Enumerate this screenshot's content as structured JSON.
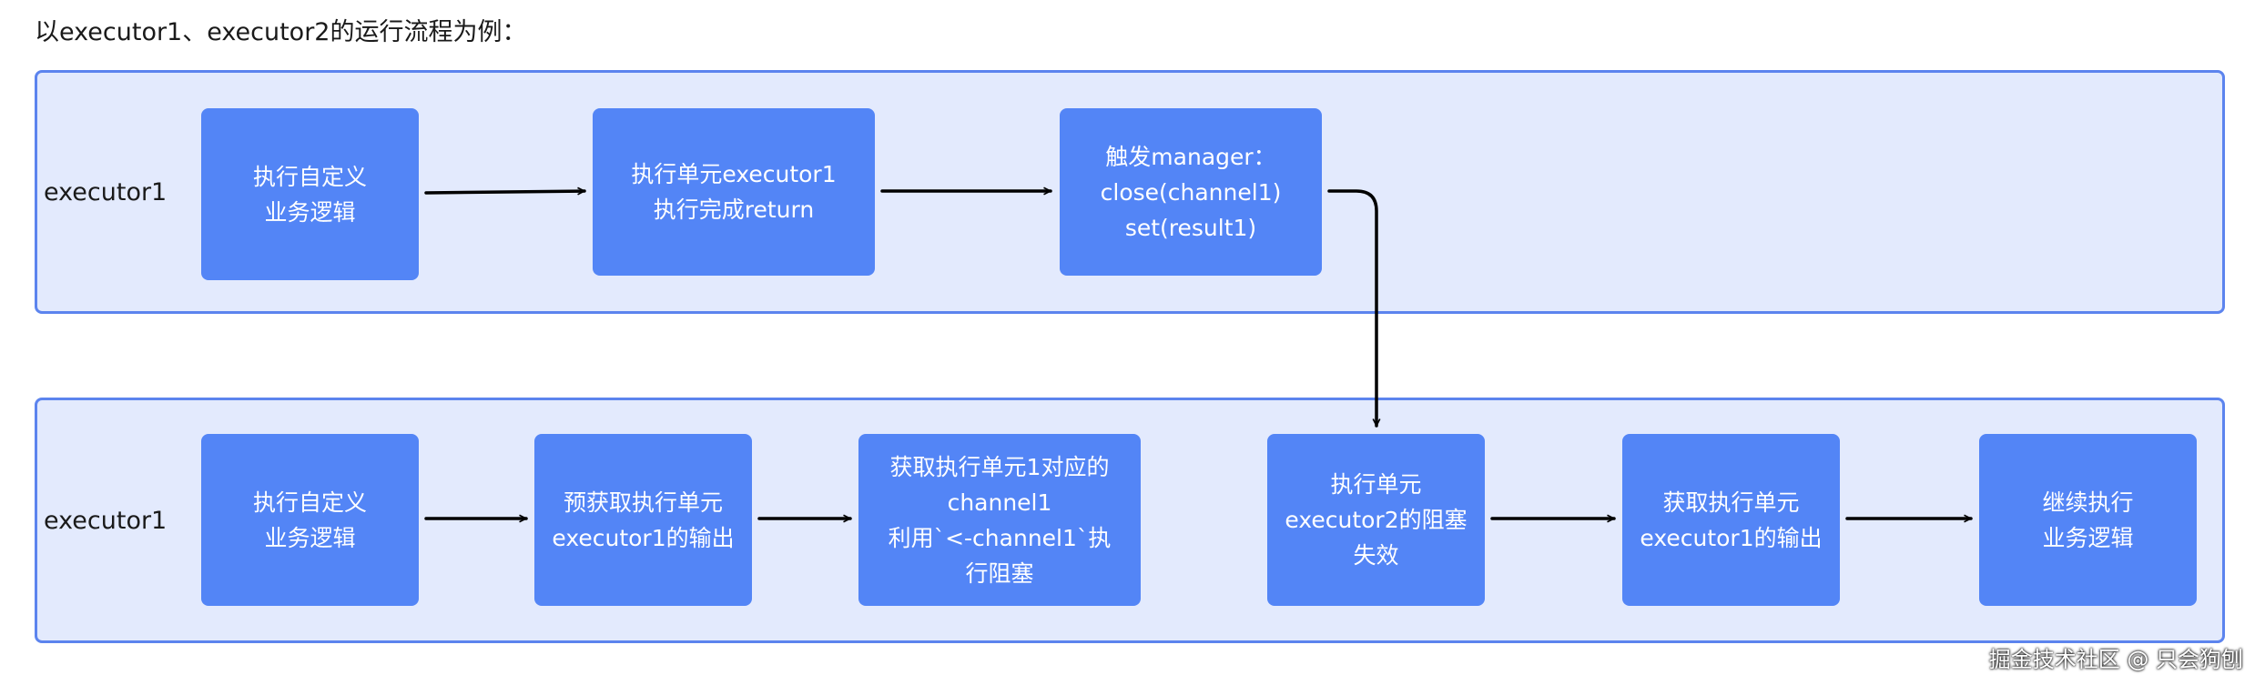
{
  "heading": "以executor1、executor2的运行流程为例：",
  "lanes": [
    {
      "label": "executor1",
      "nodes": [
        {
          "text": "执行自定义\n业务逻辑"
        },
        {
          "text": "执行单元executor1\n执行完成return"
        },
        {
          "text": "触发manager：\nclose(channel1)\nset(result1)"
        }
      ]
    },
    {
      "label": "executor1",
      "nodes": [
        {
          "text": "执行自定义\n业务逻辑"
        },
        {
          "text": "预获取执行单元\nexecutor1的输出"
        },
        {
          "text": "获取执行单元1对应的\nchannel1\n利用`<-channel1`执\n行阻塞"
        },
        {
          "text": "执行单元\nexecutor2的阻塞\n失效"
        },
        {
          "text": "获取执行单元\nexecutor1的输出"
        },
        {
          "text": "继续执行\n业务逻辑"
        }
      ]
    }
  ],
  "footer": "掘金技术社区 @ 只会狗刨",
  "colors": {
    "lane_fill": "#e3eafd",
    "lane_border": "#5c84ee",
    "node_fill": "#5385f6",
    "arrow": "#000000"
  }
}
